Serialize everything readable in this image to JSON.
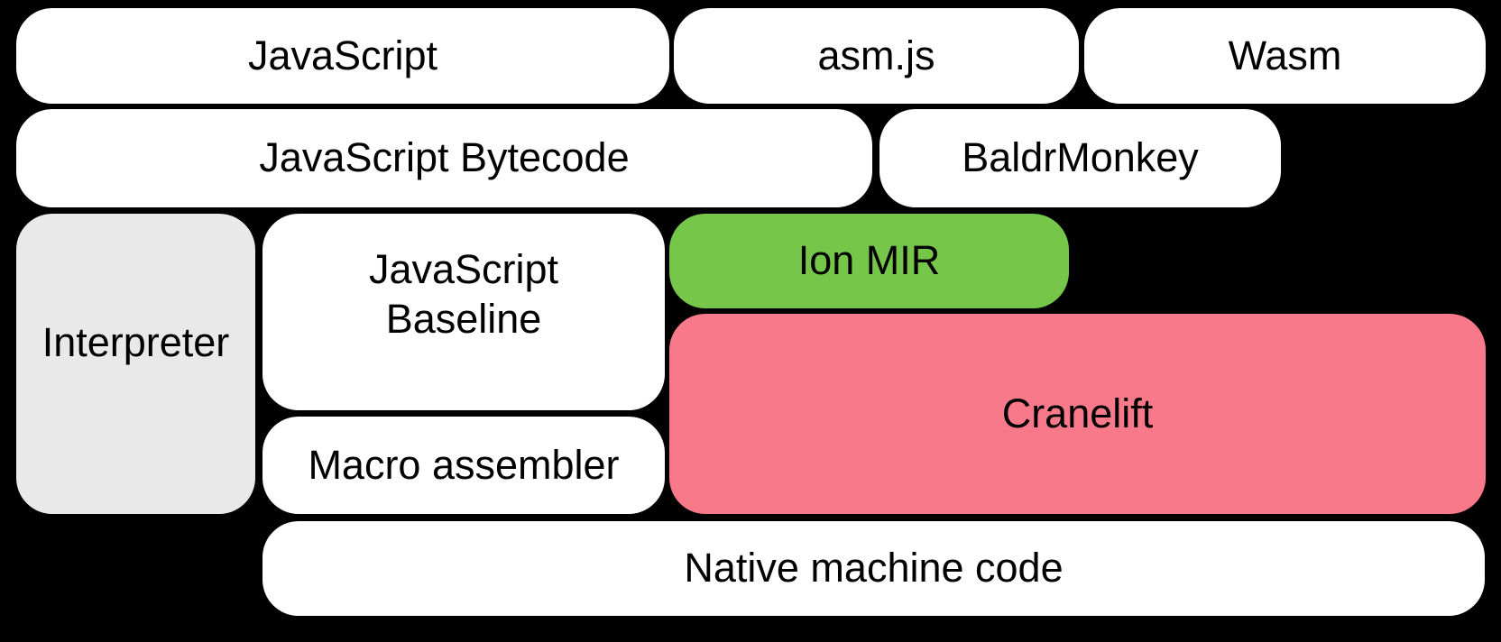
{
  "canvas": {
    "background": "#000000"
  },
  "colors": {
    "node_white": "#ffffff",
    "node_gray": "#e9e9e9",
    "node_green": "#76c649",
    "node_pink": "#f7798a",
    "text": "#000000"
  },
  "boxes": {
    "javascript": {
      "label": "JavaScript",
      "fill": "#ffffff"
    },
    "asmjs": {
      "label": "asm.js",
      "fill": "#ffffff"
    },
    "wasm": {
      "label": "Wasm",
      "fill": "#ffffff"
    },
    "javascript_bytecode": {
      "label": "JavaScript Bytecode",
      "fill": "#ffffff"
    },
    "baldrmonkey": {
      "label": "BaldrMonkey",
      "fill": "#ffffff"
    },
    "interpreter": {
      "label": "Interpreter",
      "fill": "#e9e9e9"
    },
    "javascript_baseline": {
      "label": "JavaScript Baseline",
      "fill": "#ffffff"
    },
    "ion_mir": {
      "label": "Ion MIR",
      "fill": "#76c649"
    },
    "cranelift": {
      "label": "Cranelift",
      "fill": "#f7798a"
    },
    "macro_assembler": {
      "label": "Macro assembler",
      "fill": "#ffffff"
    },
    "native_machine_code": {
      "label": "Native machine code",
      "fill": "#ffffff"
    }
  }
}
